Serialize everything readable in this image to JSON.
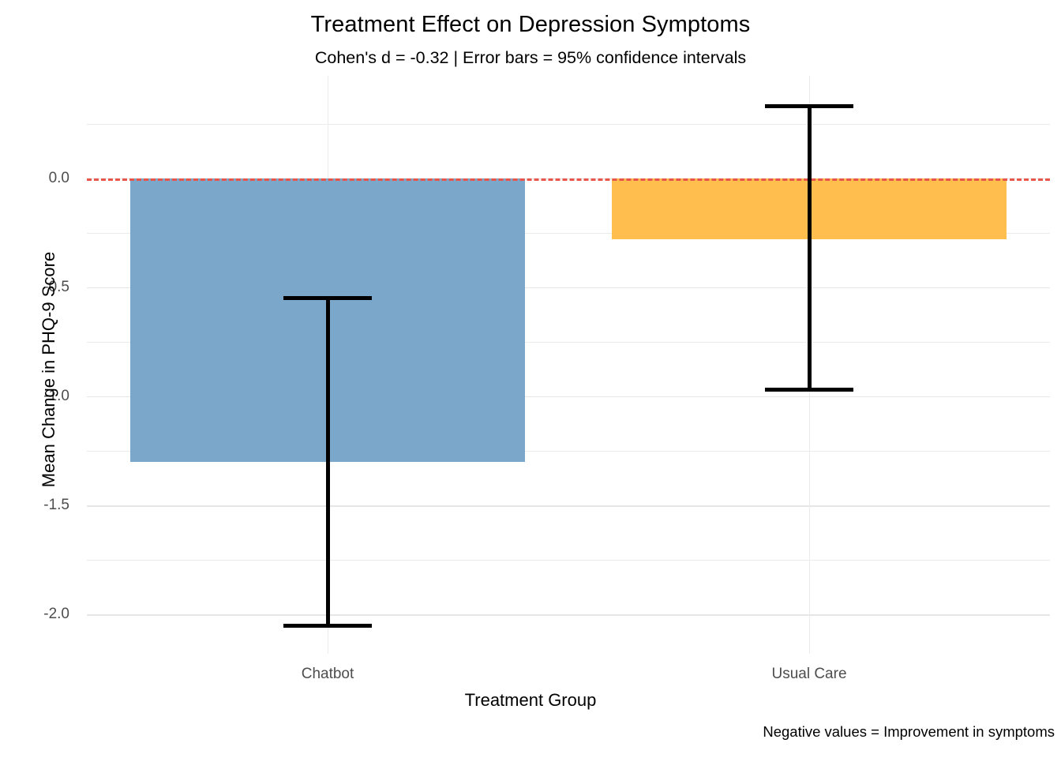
{
  "chart_data": {
    "type": "bar",
    "title": "Treatment Effect on Depression Symptoms",
    "subtitle": "Cohen's d = -0.32 | Error bars = 95% confidence intervals",
    "xlabel": "Treatment Group",
    "ylabel": "Mean Change in PHQ-9 Score",
    "caption": "Negative values = Improvement in symptoms",
    "categories": [
      "Chatbot",
      "Usual Care"
    ],
    "values": [
      -1.3,
      -0.28
    ],
    "error_low": [
      -2.05,
      -0.97
    ],
    "error_high": [
      -0.55,
      0.33
    ],
    "bar_colors": [
      "#7ba7ca",
      "#ffbe4d"
    ],
    "ylim": [
      -2.18,
      0.47
    ],
    "yticks": [
      0.0,
      -0.5,
      -1.0,
      -1.5,
      -2.0
    ],
    "ytick_labels": [
      "0.0",
      "-0.5",
      "-1.0",
      "-1.5",
      "-2.0"
    ],
    "y_minor_ticks": [
      0.25,
      -0.25,
      -0.75,
      -1.25,
      -1.75
    ],
    "grid": true,
    "legend": "none",
    "reference_line": {
      "value": 0.0,
      "style": "dashed",
      "color": "#e8554a"
    },
    "errorbar_color": "#000000",
    "panel_background": "#ffffff",
    "grid_color": "#ebebeb"
  }
}
